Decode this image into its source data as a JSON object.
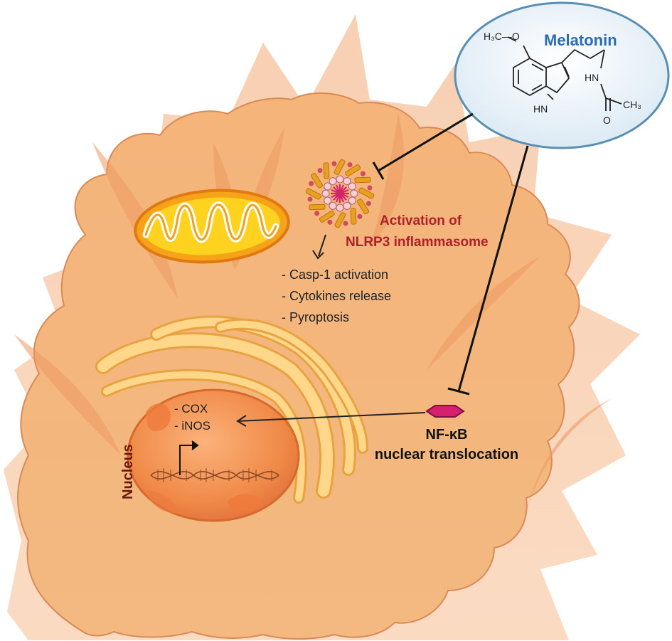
{
  "melatonin": {
    "title": "Melatonin",
    "groups": {
      "methoxy": "H₃C—O",
      "indole_nh": "HN",
      "amide_nh": "HN",
      "methyl": "CH₃",
      "carbonyl_o": "O"
    }
  },
  "inflammasome": {
    "label_line1": "Activation of",
    "label_line2": "NLRP3 inflammasome",
    "effects": [
      "- Casp-1 activation",
      "- Cytokines release",
      "- Pyroptosis"
    ]
  },
  "nucleus": {
    "label": "Nucleus",
    "genes": [
      "- COX",
      "- iNOS"
    ]
  },
  "nfkb": {
    "line1": "NF-κB",
    "line2": "nuclear translocation"
  },
  "colors": {
    "title_blue": "#2a6db5",
    "nlrp3_red": "#b0202a",
    "nucleus_label": "#6b1a10",
    "nfkb_magenta": "#d6206e",
    "mito_yellow": "#ffd21f",
    "cell_orange": "#f0a868"
  }
}
